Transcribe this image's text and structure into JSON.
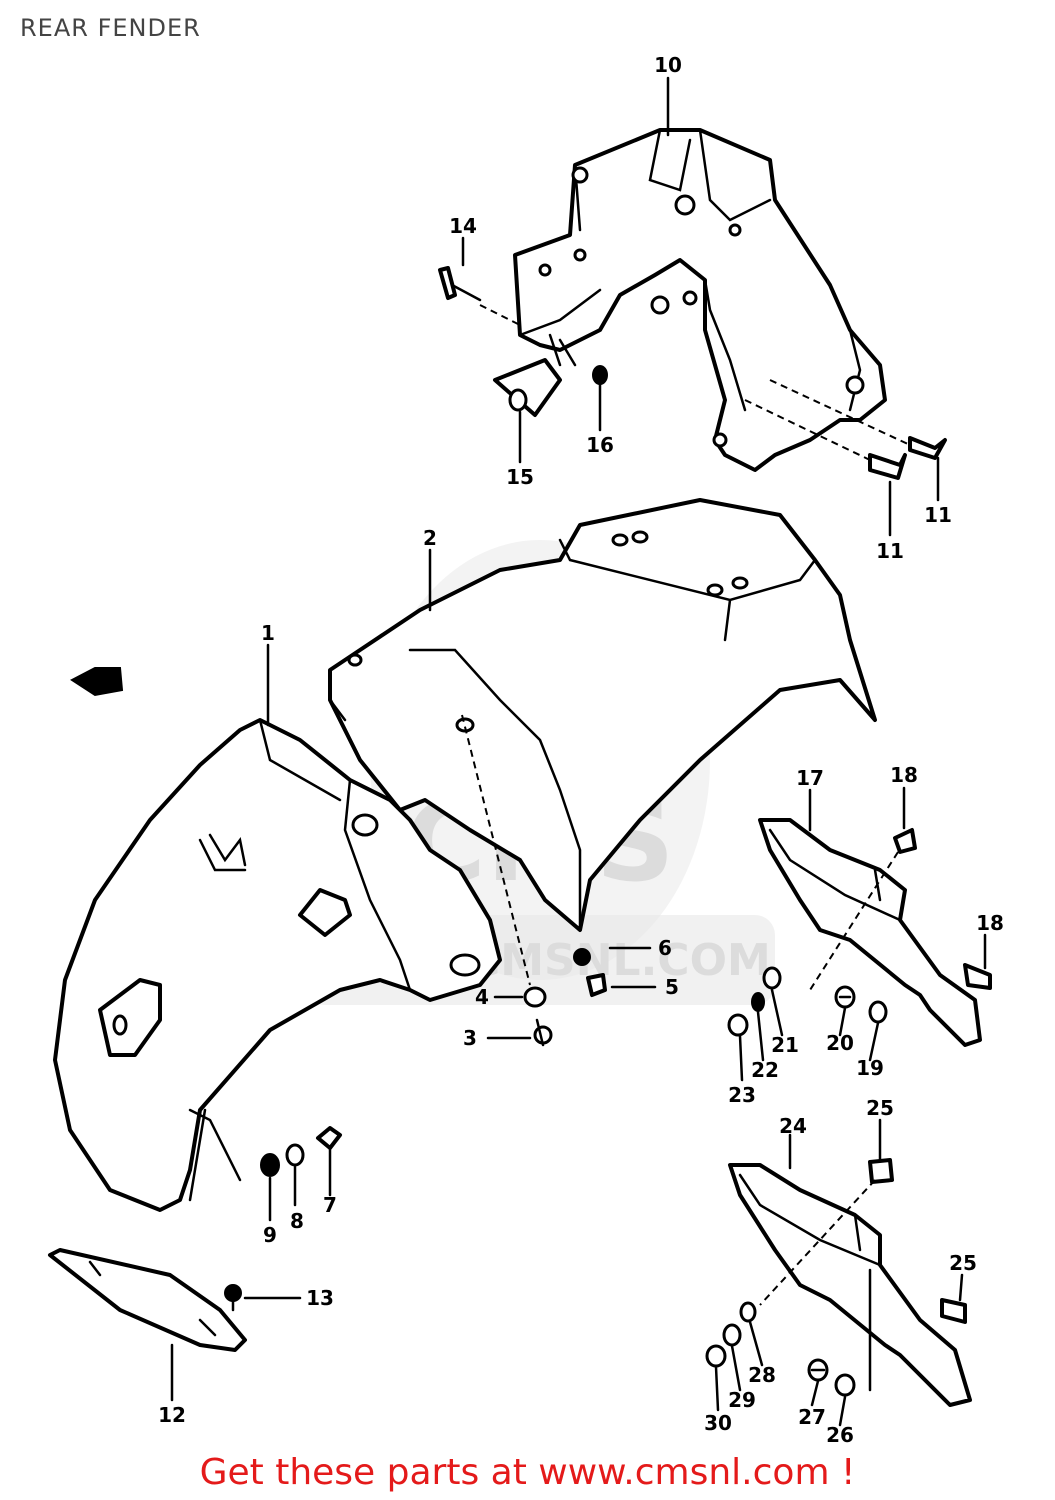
{
  "header": {
    "title": "REAR FENDER"
  },
  "footer": {
    "cta": "Get these parts at www.cmsnl.com !"
  },
  "watermark": {
    "text": "WWW.CMSNL.COM",
    "logo": "CMS"
  },
  "callouts": [
    {
      "n": "1"
    },
    {
      "n": "2"
    },
    {
      "n": "3"
    },
    {
      "n": "4"
    },
    {
      "n": "5"
    },
    {
      "n": "6"
    },
    {
      "n": "7"
    },
    {
      "n": "8"
    },
    {
      "n": "9"
    },
    {
      "n": "10"
    },
    {
      "n": "11"
    },
    {
      "n": "11"
    },
    {
      "n": "12"
    },
    {
      "n": "13"
    },
    {
      "n": "14"
    },
    {
      "n": "15"
    },
    {
      "n": "16"
    },
    {
      "n": "17"
    },
    {
      "n": "18"
    },
    {
      "n": "18"
    },
    {
      "n": "19"
    },
    {
      "n": "20"
    },
    {
      "n": "21"
    },
    {
      "n": "22"
    },
    {
      "n": "23"
    },
    {
      "n": "24"
    },
    {
      "n": "25"
    },
    {
      "n": "25"
    },
    {
      "n": "26"
    },
    {
      "n": "27"
    },
    {
      "n": "28"
    },
    {
      "n": "29"
    },
    {
      "n": "30"
    }
  ],
  "colors": {
    "cta": "#e41a1a",
    "title": "#444444",
    "line": "#000000"
  }
}
